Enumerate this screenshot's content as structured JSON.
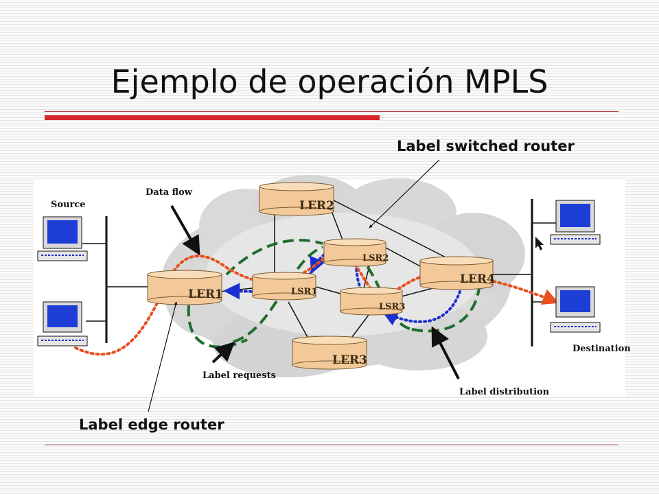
{
  "slide": {
    "title": "Ejemplo de operación MPLS",
    "callout_lsr": "Label switched router",
    "callout_ler": "Label edge router",
    "accent_color": "#d6252b"
  },
  "diagram": {
    "labels": {
      "source": "Source",
      "destination": "Destination",
      "data_flow": "Data flow",
      "label_requests": "Label requests",
      "label_distribution": "Label distribution"
    },
    "nodes": {
      "ler1": "LER1",
      "ler2": "LER2",
      "ler3": "LER3",
      "ler4": "LER4",
      "lsr1": "LSR1",
      "lsr2": "LSR2",
      "lsr3": "LSR3"
    },
    "colors": {
      "data_flow": "#e8501e",
      "label_request": "#1e6e2e",
      "label_distribution": "#1a2fd0",
      "router_fill": "#f3c99a"
    }
  }
}
